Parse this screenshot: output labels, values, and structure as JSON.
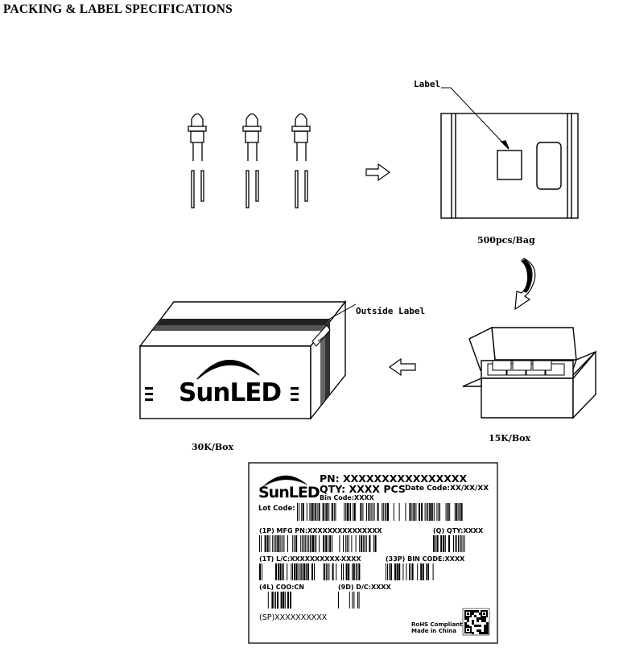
{
  "page_title": "PACKING & LABEL SPECIFICATIONS",
  "bag": {
    "label_callout": "Label",
    "caption": "500pcs/Bag"
  },
  "box_small": {
    "caption": "15K/Box"
  },
  "box_large": {
    "outside_label_callout": "Outside Label",
    "brand": "SunLED",
    "caption": "30K/Box"
  },
  "shipping_label": {
    "brand": "SunLED",
    "pn": "PN: XXXXXXXXXXXXXXXX",
    "qty": "QTY: XXXX PCS",
    "date_code": "Date Code:XX/XX/XX",
    "bin_code": "Bin Code:XXXX",
    "lot_code": "Lot Code:",
    "mfg_pn": "(1P) MFG PN:XXXXXXXXXXXXXXX",
    "q_qty": "(Q) QTY:XXXX",
    "lot_lc": "(1T) L/C:XXXXXXXXXX-XXXX",
    "bin_code_33p": "(33P) BIN CODE:XXXX",
    "coo": "(4L) COO:CN",
    "dc": "(9D) D/C:XXXX",
    "sp": "(SP)XXXXXXXXXX",
    "rohs": "RoHS Compliant",
    "made_in": "Made in China"
  }
}
